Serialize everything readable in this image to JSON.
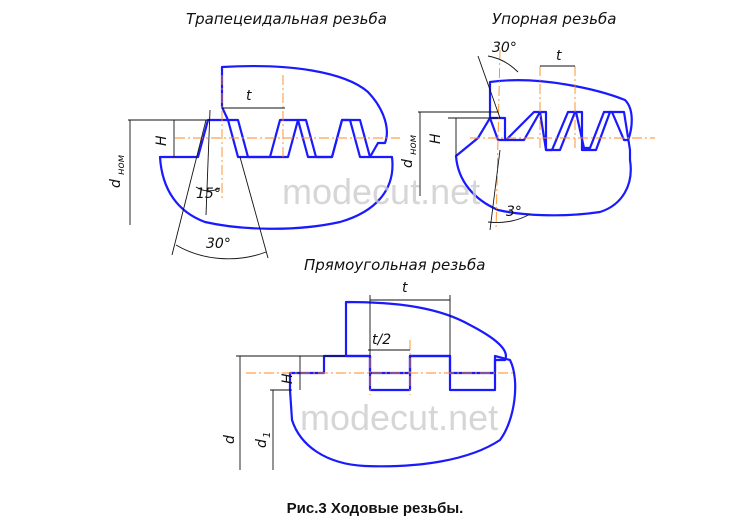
{
  "titles": {
    "trapezoidal": "Трапецеидальная резьба",
    "buttress": "Упорная резьба",
    "rectangular": "Прямоугольная резьба"
  },
  "labels": {
    "pitch": "t",
    "height": "H",
    "nominal_diameter": "d",
    "nominal_sub": "ном",
    "angle_15": "15°",
    "angle_30": "30°",
    "angle_3": "3°",
    "half_pitch": "t/2",
    "inner_diameter": "d",
    "inner_sub": "1"
  },
  "watermark": "modecut.net",
  "caption": "Рис.3 Ходовые резьбы.",
  "colors": {
    "nut_fill": "#d8d8d8",
    "screw_fill": "#cfe4fa",
    "outline": "#1a1aff",
    "axis": "#ff8a1f"
  }
}
